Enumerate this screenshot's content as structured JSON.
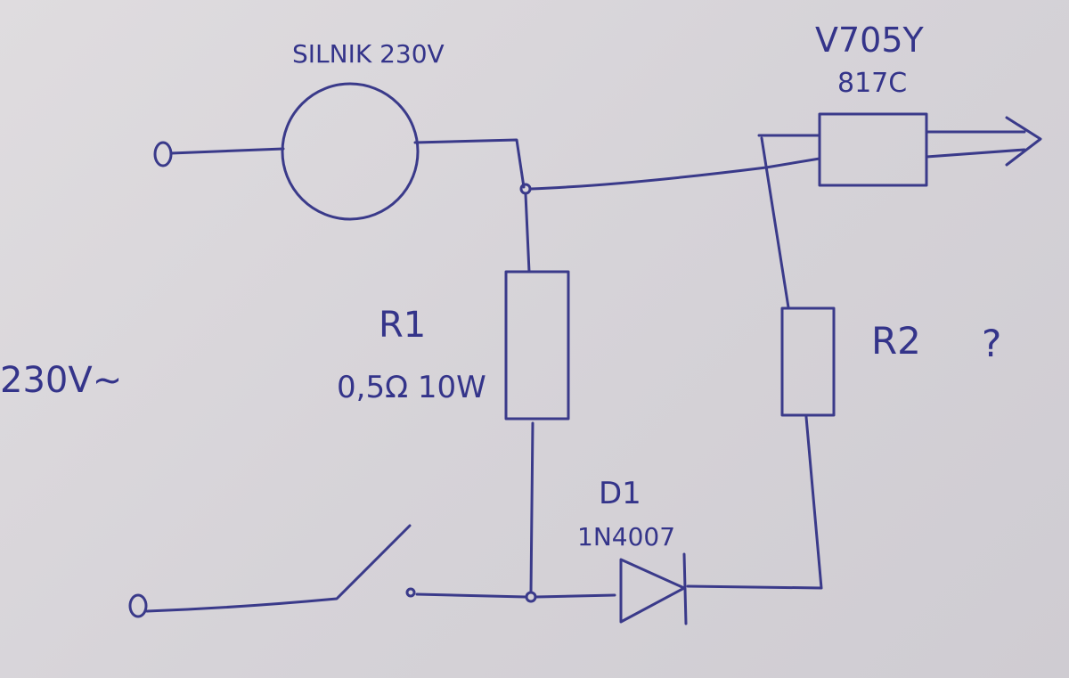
{
  "labels": {
    "motor": "SILNIK 230V",
    "opto_part": "V705Y",
    "opto_code": "817C",
    "r1_name": "R1",
    "r1_value": "0,5Ω 10W",
    "r2_name": "R2",
    "r2_question": "?",
    "supply": "230V~",
    "d1_name": "D1",
    "d1_part": "1N4007"
  },
  "colors": {
    "ink": "#3a3a8a",
    "paper": "#d9d6d9"
  }
}
